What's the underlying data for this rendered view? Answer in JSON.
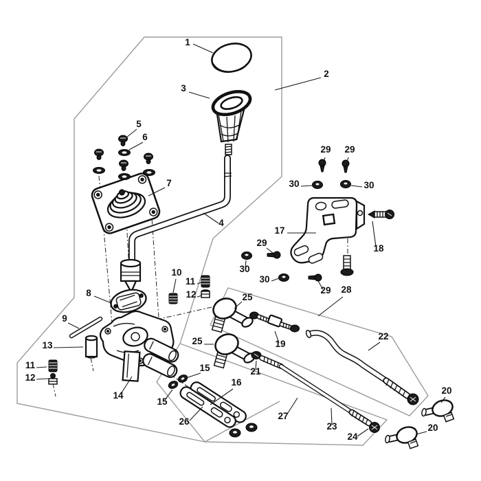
{
  "diagram": {
    "type": "exploded-parts-diagram",
    "subject": "gear-shift-lever-assembly",
    "background_color": "#ffffff",
    "line_color": "#111111",
    "boundary_color": "#9b9b9b",
    "part_numbers": [
      "1",
      "2",
      "3",
      "4",
      "5",
      "6",
      "7",
      "8",
      "9",
      "10",
      "11",
      "12",
      "13",
      "14",
      "15",
      "16",
      "17",
      "18",
      "19",
      "20",
      "21",
      "22",
      "23",
      "24",
      "25",
      "26",
      "27",
      "28",
      "29",
      "30"
    ]
  },
  "callouts": [
    {
      "part": "1"
    },
    {
      "part": "2"
    },
    {
      "part": "3"
    },
    {
      "part": "4"
    },
    {
      "part": "5"
    },
    {
      "part": "6"
    },
    {
      "part": "7"
    },
    {
      "part": "8"
    },
    {
      "part": "9"
    },
    {
      "part": "10"
    },
    {
      "part": "11"
    },
    {
      "part": "12"
    },
    {
      "part": "13"
    },
    {
      "part": "11"
    },
    {
      "part": "12"
    },
    {
      "part": "14"
    },
    {
      "part": "15"
    },
    {
      "part": "15"
    },
    {
      "part": "16"
    },
    {
      "part": "26"
    },
    {
      "part": "27"
    },
    {
      "part": "17"
    },
    {
      "part": "18"
    },
    {
      "part": "19"
    },
    {
      "part": "21"
    },
    {
      "part": "22"
    },
    {
      "part": "23"
    },
    {
      "part": "24"
    },
    {
      "part": "25"
    },
    {
      "part": "25"
    },
    {
      "part": "20"
    },
    {
      "part": "20"
    },
    {
      "part": "28"
    },
    {
      "part": "29"
    },
    {
      "part": "29"
    },
    {
      "part": "30"
    },
    {
      "part": "30"
    },
    {
      "part": "29"
    },
    {
      "part": "30"
    },
    {
      "part": "30"
    },
    {
      "part": "29"
    }
  ]
}
